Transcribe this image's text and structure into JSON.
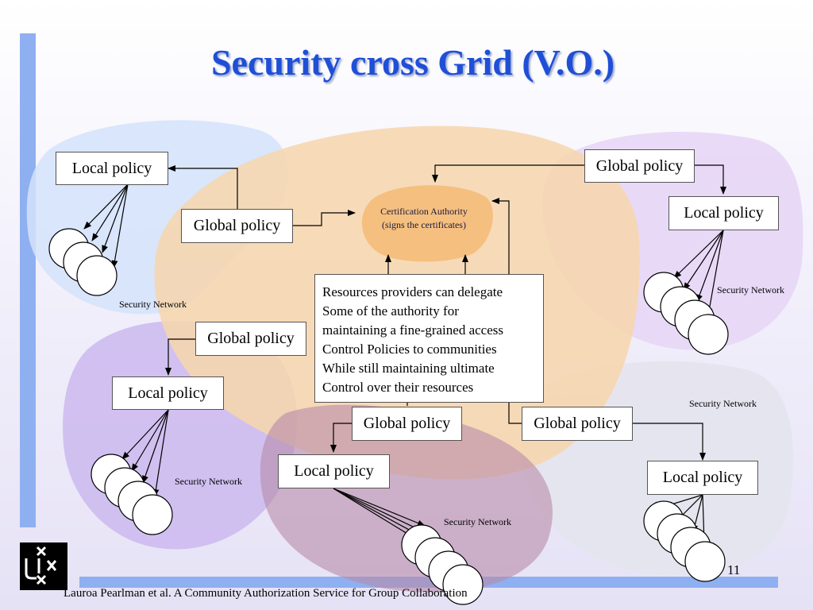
{
  "title": "Security cross Grid (V.O.)",
  "certification_authority": {
    "line1": "Certification Authority",
    "line2": "(signs the certificates)"
  },
  "policy_boxes": {
    "local_top_left": "Local policy",
    "global_top_left": "Global policy",
    "global_top_right": "Global policy",
    "local_top_right": "Local policy",
    "global_mid_left": "Global policy",
    "local_mid_left": "Local policy",
    "global_bottom_center": "Global policy",
    "local_bottom_center": "Local policy",
    "global_bottom_right": "Global policy",
    "local_bottom_right": "Local policy"
  },
  "note": [
    "Resources providers  can delegate",
    "Some of the authority for",
    "maintaining a fine-grained access",
    "Control Policies to communities",
    "While still maintaining ultimate",
    "Control over their resources"
  ],
  "network_labels": {
    "top_left": "Security Network",
    "top_right": "Security Network",
    "mid_right": "Security Network",
    "bottom_left": "Security Network",
    "bottom_center": "Security Network"
  },
  "footer": "Lauroa Pearlman et al. A Community Authorization Service for Group Collaboration",
  "page_number": "11",
  "colors": {
    "title": "#1f4fd6",
    "region_blue": "#d3e3fa",
    "region_orange": "#f7d6ac",
    "region_purple": "#e7d6f6",
    "region_grey": "#e5e5ee",
    "region_violet": "#cbb9ee",
    "region_maroon": "#b88aa8",
    "ca_blob": "#f5bf7f",
    "accent_bar": "#8fb0f0"
  }
}
